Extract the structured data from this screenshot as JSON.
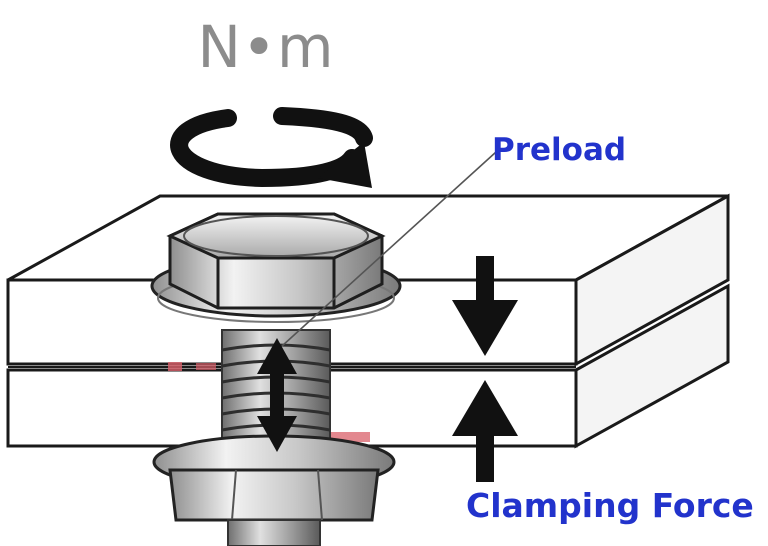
{
  "diagram": {
    "torque_unit": "N•m",
    "preload_label": "Preload",
    "clamping_label": "Clamping Force"
  },
  "colors": {
    "label_blue": "#2233cc",
    "unit_gray": "#8c8c8c",
    "outline": "#1a1a1a",
    "metal_light": "#e8e8e8",
    "metal_dark": "#9a9a9a",
    "arrow": "#1a1a1a",
    "joint_mark": "#d9606a"
  }
}
